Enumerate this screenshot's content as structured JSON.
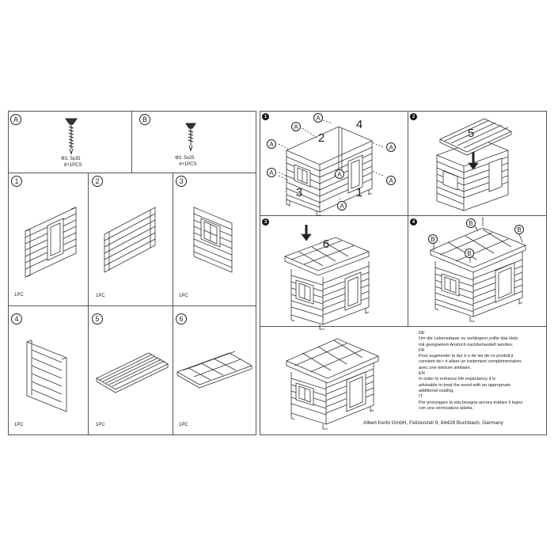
{
  "parts": {
    "a": {
      "letter": "A",
      "size": "Φ3. 5x35",
      "qty": "8+1PCS"
    },
    "b": {
      "letter": "B",
      "size": "Φ3. 5x25",
      "qty": "4+1PCS"
    },
    "panels": [
      {
        "num": "1",
        "qty": "1PC"
      },
      {
        "num": "2",
        "qty": "1PC"
      },
      {
        "num": "3",
        "qty": "1PC"
      },
      {
        "num": "4",
        "qty": "1PC"
      },
      {
        "num": "5",
        "qty": "1PC"
      },
      {
        "num": "6",
        "qty": "1PC"
      }
    ]
  },
  "steps": {
    "s1": {
      "badge": "1",
      "screw": "A",
      "p1": "1",
      "p2": "2",
      "p3": "3",
      "p4": "4"
    },
    "s2": {
      "badge": "2",
      "p5": "5"
    },
    "s3": {
      "badge": "3",
      "p6": "6"
    },
    "s4": {
      "badge": "4",
      "screw": "B"
    }
  },
  "note": {
    "de_tag": "DE",
    "de_1": "Um die Lebensdauer zu verlängern,sollte das Holz",
    "de_2": "mit geeignetem Anstrich nachbehandelt werden.",
    "fr_tag": "FR",
    "fr_1": "Pour augmenter la dur é e de vie de ce produit il",
    "fr_2": "convient de r é aliser un traitement complémentaires",
    "fr_3": "avec une teinture similaire.",
    "en_tag": "EN",
    "en_1": "In order to enhance life expectancy it is",
    "en_2": "advisable to treat the wood with an appropriate",
    "en_3": "additional coating.",
    "it_tag": "IT",
    "it_1": "Per prolungare la vita bisogna ancora trattare il legno",
    "it_2": "con una verniciatura adatta."
  },
  "footer": "Albert Kerbl GmbH, Felizenzell 9, 84428 Buchbach, Germany"
}
